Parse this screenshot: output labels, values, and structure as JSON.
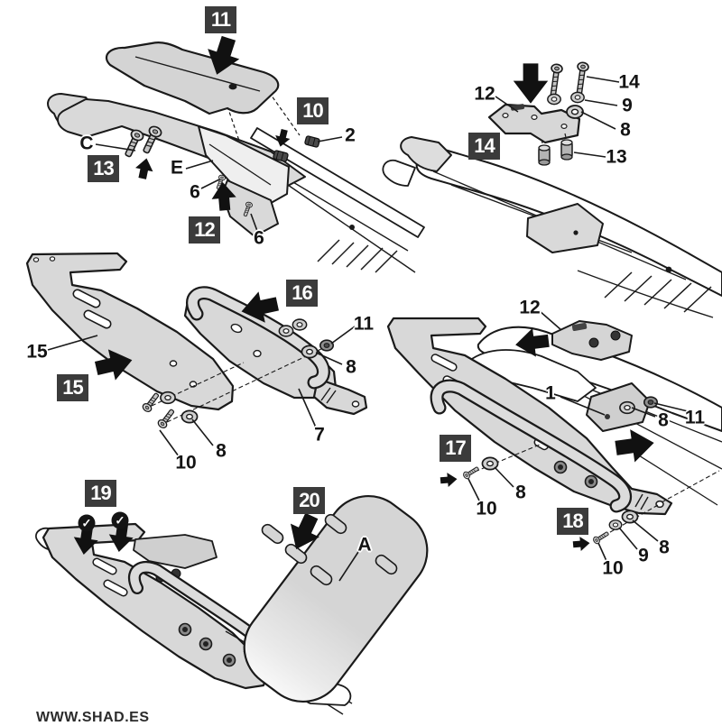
{
  "colors": {
    "badge_bg": "#3b3b3b",
    "badge_text": "#ffffff",
    "part_fill": "#d8d8d8",
    "outline": "#1a1a1a",
    "arrow": "#111111",
    "background": "#ffffff"
  },
  "scenes": {
    "s1": {
      "badges": {
        "b11": "11",
        "b10": "10",
        "b13": "13",
        "b12": "12"
      },
      "labels": {
        "c": "C",
        "e": "E",
        "n2": "2",
        "n6a": "6",
        "n6b": "6"
      }
    },
    "s2": {
      "badges": {
        "b14": "14"
      },
      "labels": {
        "n12": "12",
        "n14": "14",
        "n9": "9",
        "n8": "8",
        "n13": "13"
      }
    },
    "s3": {
      "badges": {
        "b16": "16",
        "b15": "15"
      },
      "labels": {
        "n15": "15",
        "n11": "11",
        "n8r": "8",
        "n7": "7",
        "n8l": "8",
        "n10": "10"
      }
    },
    "s4": {
      "badges": {
        "b17": "17",
        "b18": "18"
      },
      "labels": {
        "n12": "12",
        "n1": "1",
        "n8a": "8",
        "n11": "11",
        "n8b": "8",
        "n10b": "10",
        "n10c": "10",
        "n9": "9",
        "n8c": "8"
      }
    },
    "s5": {
      "badges": {
        "b19": "19",
        "b20": "20"
      },
      "labels": {
        "a": "A"
      },
      "check": "✓"
    }
  },
  "footer": {
    "site": "WWW.SHAD.ES"
  }
}
